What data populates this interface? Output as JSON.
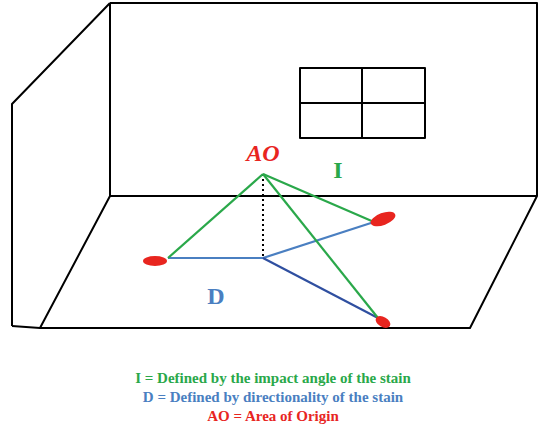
{
  "diagram": {
    "labels": [
      "AO",
      "I",
      "D",
      "I = Defined by the impact angle of the stain",
      "D = Defined by directionality of the stain",
      "AO = Area of Origin"
    ]
  }
}
